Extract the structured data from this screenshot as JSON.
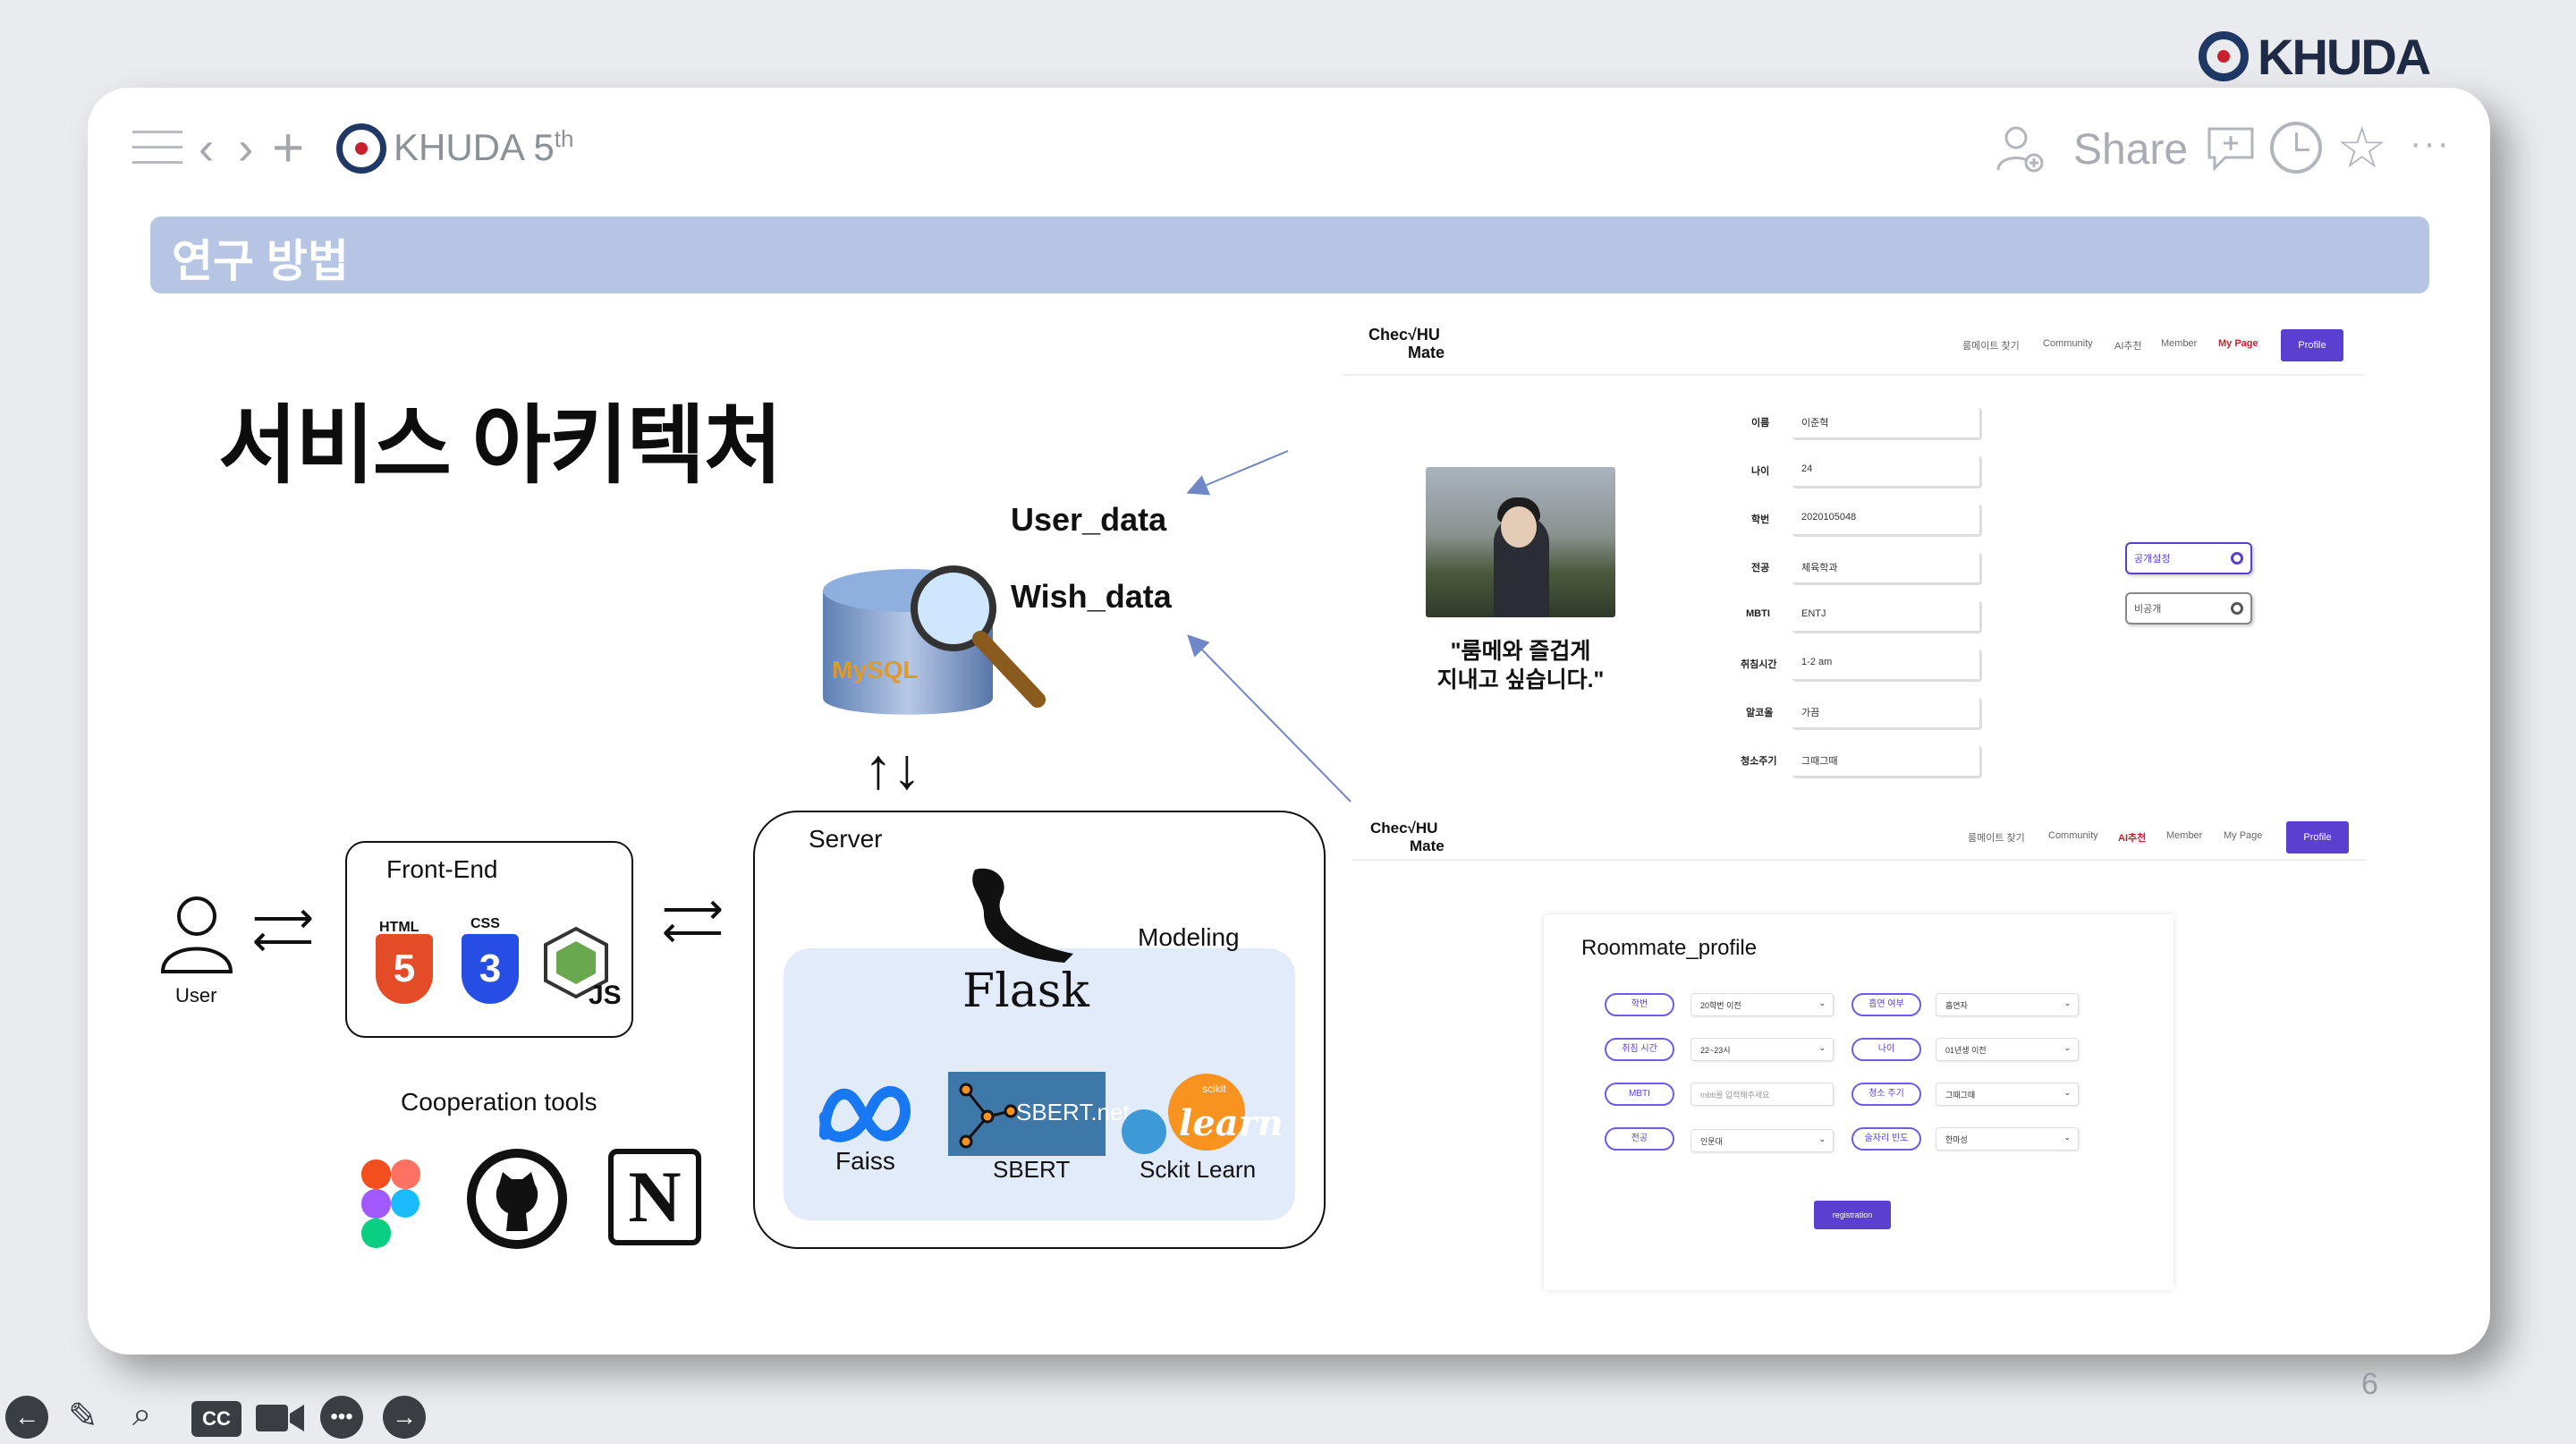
{
  "brand": {
    "top_right": "KHUDA"
  },
  "toolbar": {
    "title": "KHUDA 5",
    "title_sup": "th",
    "share_label": "Share",
    "more_label": "···"
  },
  "slide": {
    "section_title": "연구 방법",
    "main_title": "서비스 아키텍처",
    "page_number": "6"
  },
  "architecture": {
    "db_labels": [
      "User_data",
      "Wish_data"
    ],
    "mysql_label": "MySQL",
    "user_label": "User",
    "frontend_title": "Front-End",
    "html_label": "HTML",
    "css_label": "CSS",
    "js_label": "JS",
    "coop_label": "Cooperation tools",
    "server_title": "Server",
    "modeling_label": "Modeling",
    "flask_label": "Flask",
    "faiss_label": "Faiss",
    "sbert_logo_text": "SBERT.net",
    "sbert_label": "SBERT",
    "sklearn_small": "scikit",
    "sklearn_logo_text": "learn",
    "sklearn_label": "Sckit Learn",
    "notion_letter": "N"
  },
  "mypage_shot": {
    "logo_line1": "Chec√HU",
    "logo_line2": "Mate",
    "nav": [
      "룸메이트 찾기",
      "Community",
      "AI추천",
      "Member",
      "My Page"
    ],
    "active_nav": "My Page",
    "profile_button": "Profile",
    "quote_line1": "\"룸메와 즐겁게",
    "quote_line2": "지내고 싶습니다.\"",
    "fields": [
      {
        "label": "이름",
        "value": "이준혁"
      },
      {
        "label": "나이",
        "value": "24"
      },
      {
        "label": "학번",
        "value": "2020105048"
      },
      {
        "label": "전공",
        "value": "체육학과"
      },
      {
        "label": "MBTI",
        "value": "ENTJ"
      },
      {
        "label": "취침시간",
        "value": "1-2 am"
      },
      {
        "label": "알코올",
        "value": "가끔"
      },
      {
        "label": "청소주기",
        "value": "그때그때"
      }
    ],
    "toggles": [
      "공개설정",
      "비공개"
    ]
  },
  "profile_shot": {
    "logo_line1": "Chec√HU",
    "logo_line2": "Mate",
    "nav": [
      "룸메이트 찾기",
      "Community",
      "AI추천",
      "Member",
      "My Page"
    ],
    "active_nav": "AI추천",
    "profile_button": "Profile",
    "title": "Roommate_profile",
    "rows": [
      {
        "left_pill": "학번",
        "left_value": "20학번 이전",
        "right_pill": "흡연 여부",
        "right_value": "흡연자"
      },
      {
        "left_pill": "취침 시간",
        "left_value": "22~23시",
        "right_pill": "나이",
        "right_value": "01년생 이전"
      },
      {
        "left_pill": "MBTI",
        "left_value": "mbti를 입력해주세요",
        "right_pill": "청소 주기",
        "right_value": "그때그때"
      },
      {
        "left_pill": "전공",
        "left_value": "인문대",
        "right_pill": "술자리 빈도",
        "right_value": "한마성"
      }
    ],
    "register_button": "registration"
  }
}
